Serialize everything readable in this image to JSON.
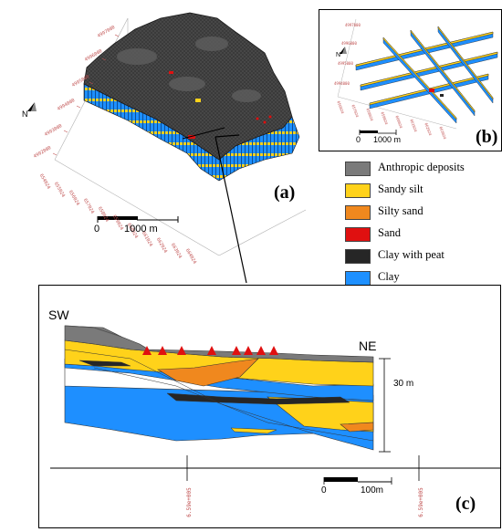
{
  "panels": {
    "a": {
      "letter": "(a)",
      "scalebar": {
        "start": "0",
        "end": "1000 m"
      }
    },
    "b": {
      "letter": "(b)",
      "scalebar": {
        "start": "0",
        "end": "1000 m"
      }
    },
    "c": {
      "letter": "(c)",
      "scalebar": {
        "start": "0",
        "end": "100m"
      }
    }
  },
  "compass": {
    "label": "N"
  },
  "legend": [
    {
      "label": "Anthropic deposits",
      "color": "#7a7a7a"
    },
    {
      "label": "Sandy silt",
      "color": "#ffd21a"
    },
    {
      "label": "Silty sand",
      "color": "#f0881e"
    },
    {
      "label": "Sand",
      "color": "#e01010"
    },
    {
      "label": "Clay with peat",
      "color": "#262626"
    },
    {
      "label": "Clay",
      "color": "#1e90ff"
    }
  ],
  "section": {
    "left_label": "SW",
    "right_label": "NE",
    "thickness_label": "30 m",
    "x_ticks": [
      "6.59e+005",
      "6.59e+005"
    ]
  },
  "map_coords": {
    "left_axis": [
      "4997000",
      "4996000",
      "4995000",
      "4994000",
      "4993000",
      "4992000"
    ],
    "bottom_axis": [
      "654024",
      "655024",
      "656024",
      "657024",
      "658024",
      "659024",
      "660024",
      "661024",
      "662024",
      "663024",
      "664024"
    ],
    "b_left": [
      "4997000",
      "4996000",
      "4995000",
      "4994000"
    ],
    "b_bottom": [
      "656024",
      "657024",
      "658024",
      "659024",
      "660024",
      "661024",
      "662024",
      "663024"
    ]
  }
}
